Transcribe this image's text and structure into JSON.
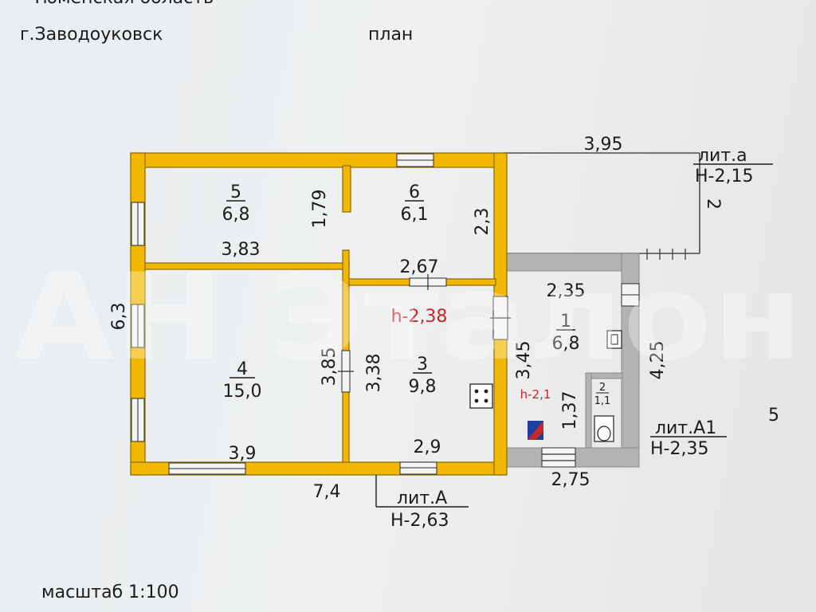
{
  "header": {
    "region": "Тюменская область",
    "city": "г.Заводоуковск",
    "doc_title": "план"
  },
  "watermark": "АН Эталон",
  "footer": {
    "scale_label": "масштаб 1:100"
  },
  "dimensions": {
    "top_porch": "3,95",
    "porch_side": "2",
    "room5_inner": "1,79",
    "room6_side": "2,3",
    "wall_4_5": "3,83",
    "wall_3_6": "2,67",
    "left_side": "6,3",
    "room4_side": "3,85",
    "room3_side": "3,38",
    "room1_side": "3,45",
    "room1_top": "2,35",
    "annex_side": "4,25",
    "bath_side": "1,37",
    "bottom_4": "3,9",
    "bottom_3": "2,9",
    "total_bottom": "7,4",
    "annex_bottom": "2,75"
  },
  "rooms": [
    {
      "num": "5",
      "area": "6,8"
    },
    {
      "num": "6",
      "area": "6,1"
    },
    {
      "num": "4",
      "area": "15,0"
    },
    {
      "num": "3",
      "area": "9,8"
    },
    {
      "num": "1",
      "area": "6,8"
    },
    {
      "num": "2",
      "area": "1,1"
    }
  ],
  "heights": {
    "main_inner": "h-2,38",
    "annex_inner": "h-2,1"
  },
  "liters": {
    "a": {
      "name": "лит.а",
      "h": "Н-2,15"
    },
    "A1": {
      "name": "лит.А1",
      "h": "Н-2,35"
    },
    "A": {
      "name": "лит.А",
      "h": "Н-2,63"
    }
  },
  "margin_mark": "5",
  "colors": {
    "wall": "#f2b700",
    "wall_edge": "#8a6a00",
    "annex_wall": "#b3b3b3",
    "hatch": "#1a1a1a",
    "accent_red": "#c8262b",
    "accent_blue": "#1f3f9e"
  }
}
